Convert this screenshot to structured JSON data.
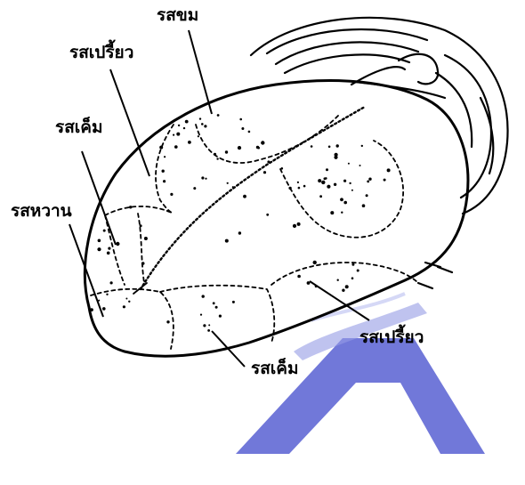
{
  "diagram": {
    "labels": {
      "bitter": "รสขม",
      "sour_top": "รสเปรี้ยว",
      "salty_left": "รสเค็ม",
      "sweet": "รสหวาน",
      "sour_bottom": "รสเปรี้ยว",
      "salty_bottom": "รสเค็ม"
    }
  },
  "colors": {
    "ink": "#000000",
    "watermark": "#3f48cc"
  },
  "icons": {
    "watermark": "letter-a-logo"
  }
}
